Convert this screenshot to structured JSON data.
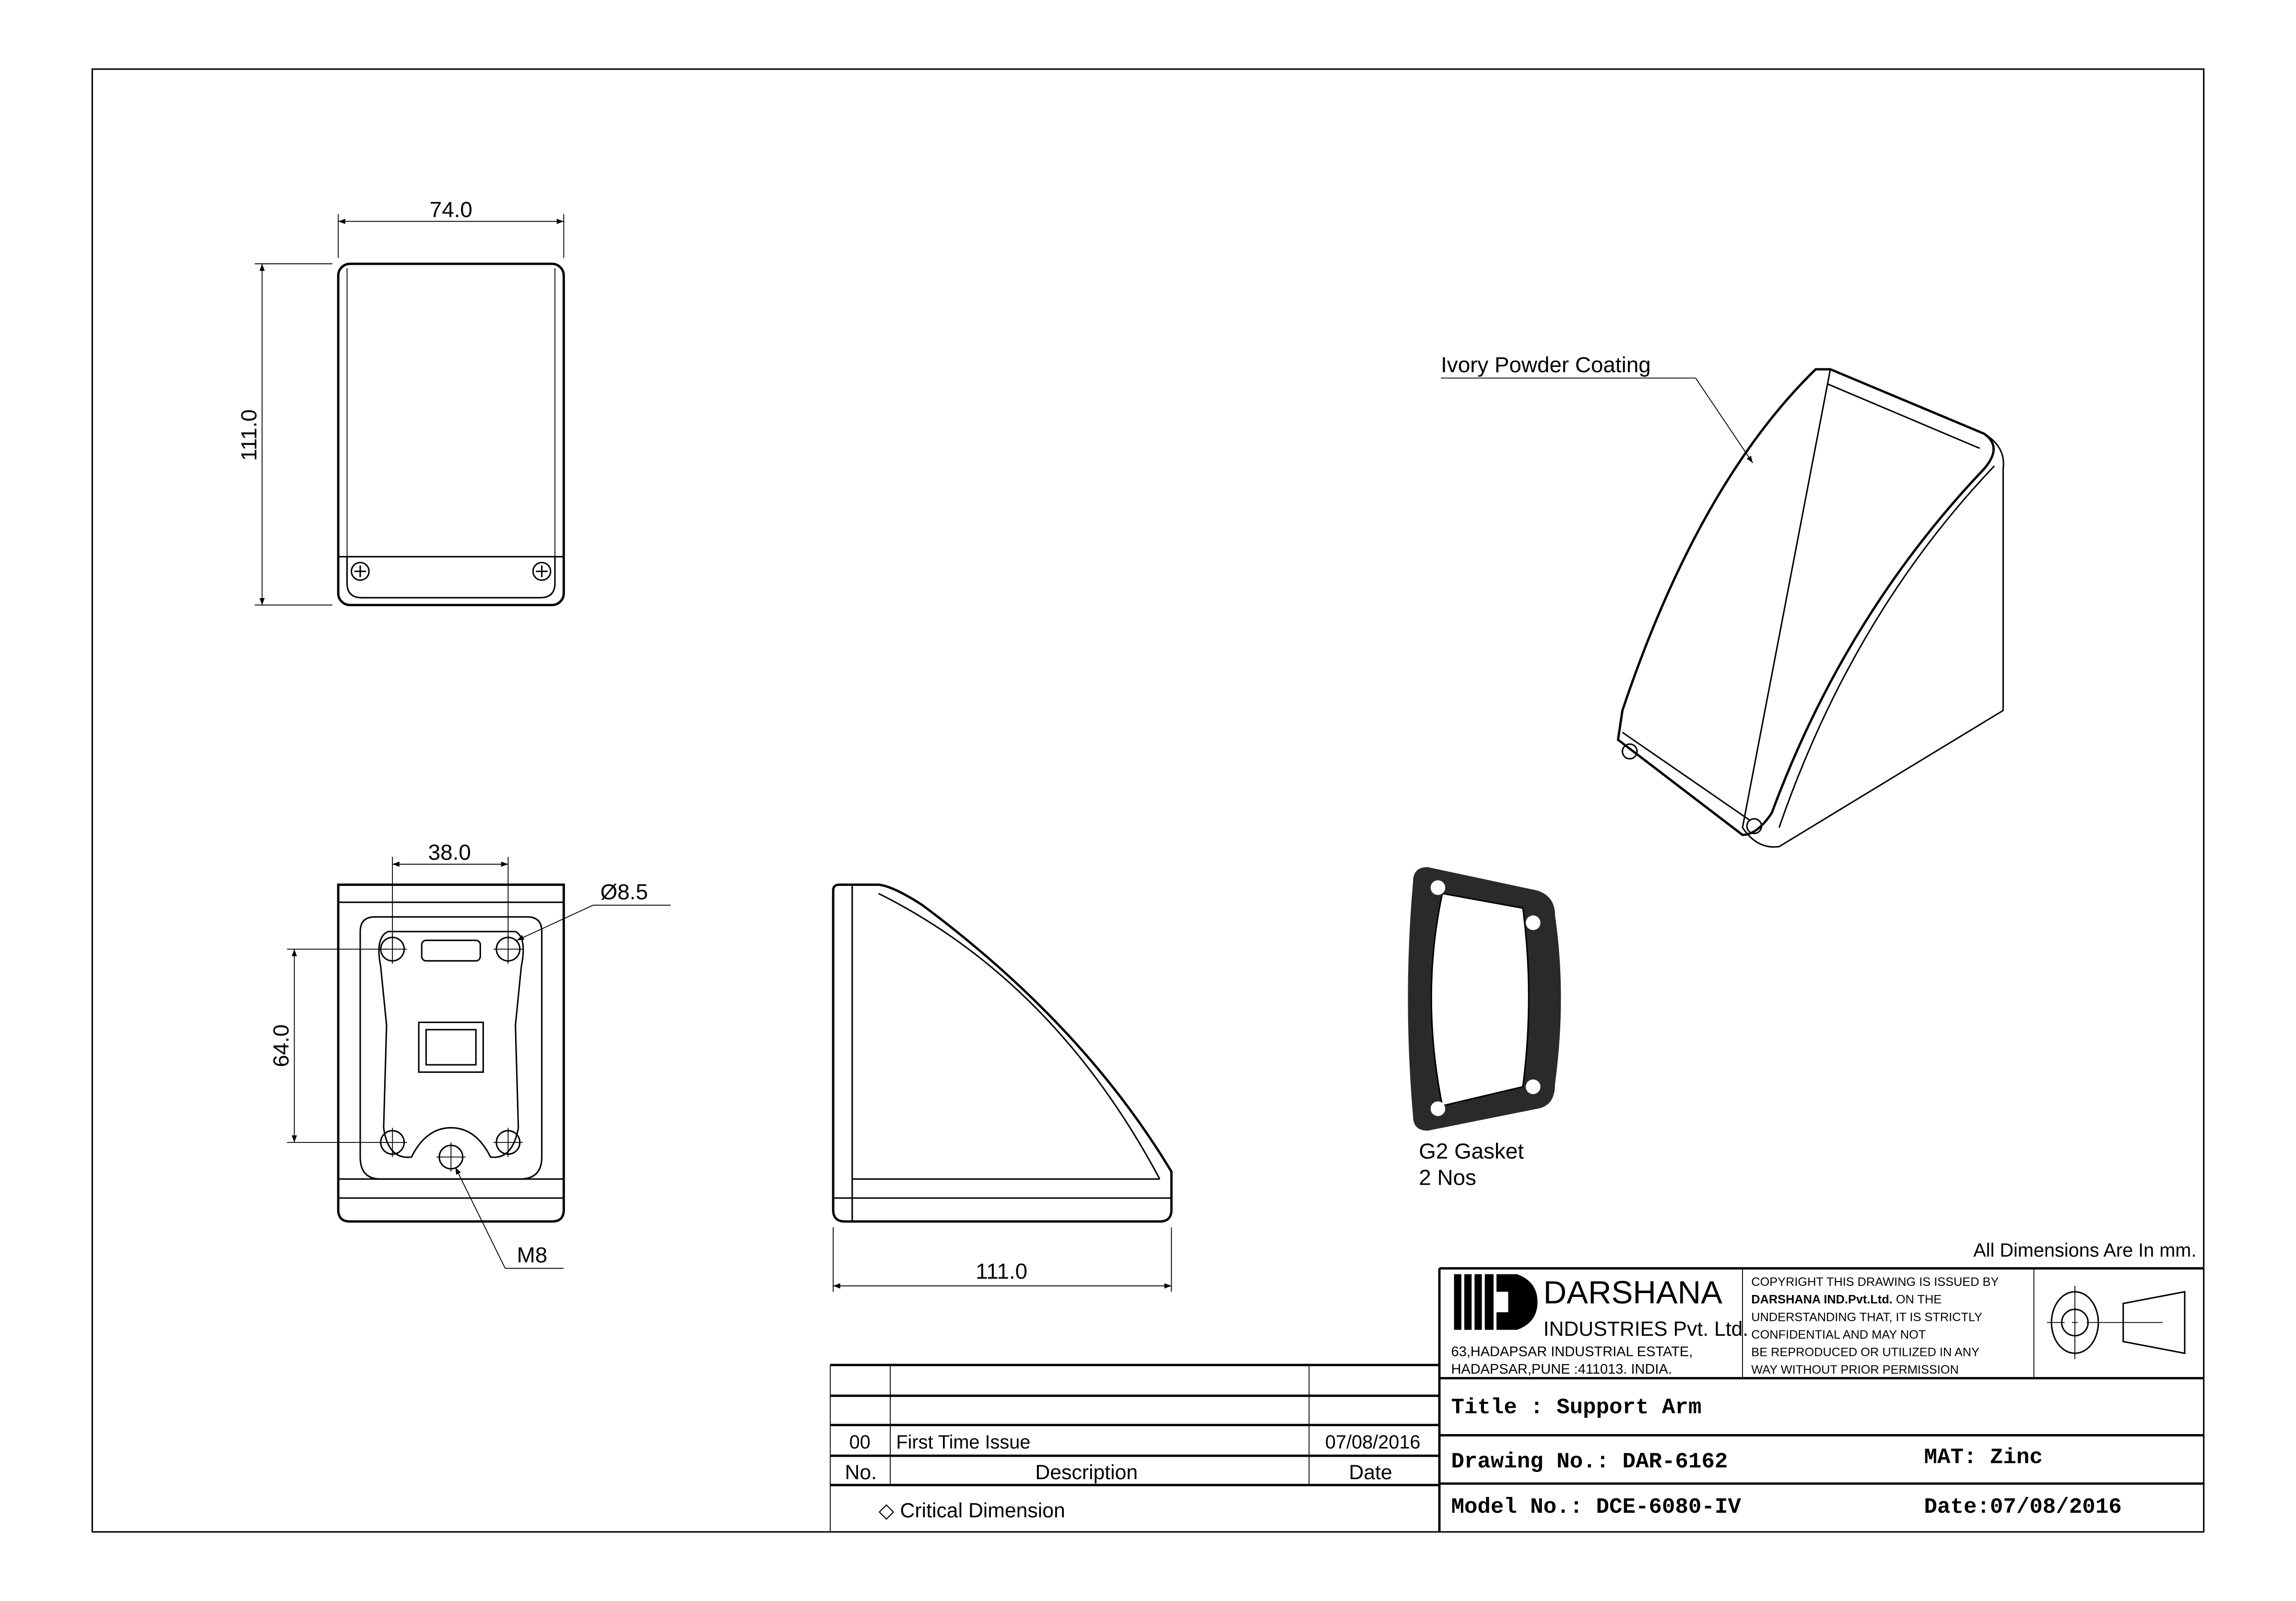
{
  "views": {
    "top": {
      "width_dim": "74.0",
      "height_dim": "111.0"
    },
    "bottom": {
      "hole_spacing_x": "38.0",
      "hole_spacing_y": "64.0",
      "hole_dia": "Ø8.5",
      "thread": "M8"
    },
    "side": {
      "length_dim": "111.0"
    },
    "iso": {
      "note": "Ivory Powder Coating"
    },
    "gasket": {
      "name": "G2 Gasket",
      "qty": "2 Nos"
    }
  },
  "units_note": "All Dimensions Are In mm.",
  "company": {
    "name": "DARSHANA",
    "subname": "INDUSTRIES Pvt. Ltd.",
    "address1": "63,HADAPSAR INDUSTRIAL ESTATE,",
    "address2": "HADAPSAR,PUNE :411013. INDIA.",
    "copyright": [
      "COPYRIGHT THIS DRAWING IS ISSUED BY",
      "DARSHANA IND.Pvt.Ltd.",
      " ON THE",
      "UNDERSTANDING THAT, IT IS STRICTLY",
      "CONFIDENTIAL AND MAY NOT",
      "BE REPRODUCED OR UTILIZED IN ANY",
      "WAY WITHOUT PRIOR PERMISSION"
    ]
  },
  "title_block": {
    "title": "Title : Support Arm",
    "drawing_no": "Drawing No.: DAR-6162",
    "material": "MAT: Zinc",
    "model_no": "Model No.: DCE-6080-IV",
    "date": "Date:07/08/2016"
  },
  "revisions": {
    "headers": {
      "no": "No.",
      "description": "Description",
      "date": "Date"
    },
    "rows": [
      {
        "no": "00",
        "description": "First Time Issue",
        "date": "07/08/2016"
      }
    ],
    "critical": "◇ Critical Dimension"
  }
}
